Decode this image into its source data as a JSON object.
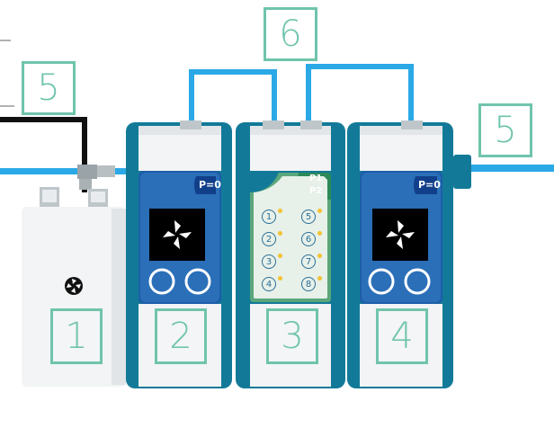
{
  "labels": {
    "unit1": "1",
    "unit2": "2",
    "unit3": "3",
    "unit4": "4",
    "left_tube": "5",
    "right_tube": "5",
    "connection": "6"
  },
  "badges": {
    "unit2": "P=0",
    "unit4": "P=0",
    "unit3_p1": "P1",
    "unit3_p2": "P2"
  },
  "keypad": {
    "keys": [
      "1",
      "5",
      "2",
      "6",
      "3",
      "7",
      "4",
      "8"
    ]
  },
  "colors": {
    "tube_blue": "#2aa9e6",
    "tube_black": "#111111",
    "label_green": "#6fc4ac",
    "device_teal": "#127a98",
    "panel_navy": "#123f8a"
  },
  "icons": {
    "unit1": "fan-logo-icon",
    "screen": "fan-logo-icon"
  }
}
